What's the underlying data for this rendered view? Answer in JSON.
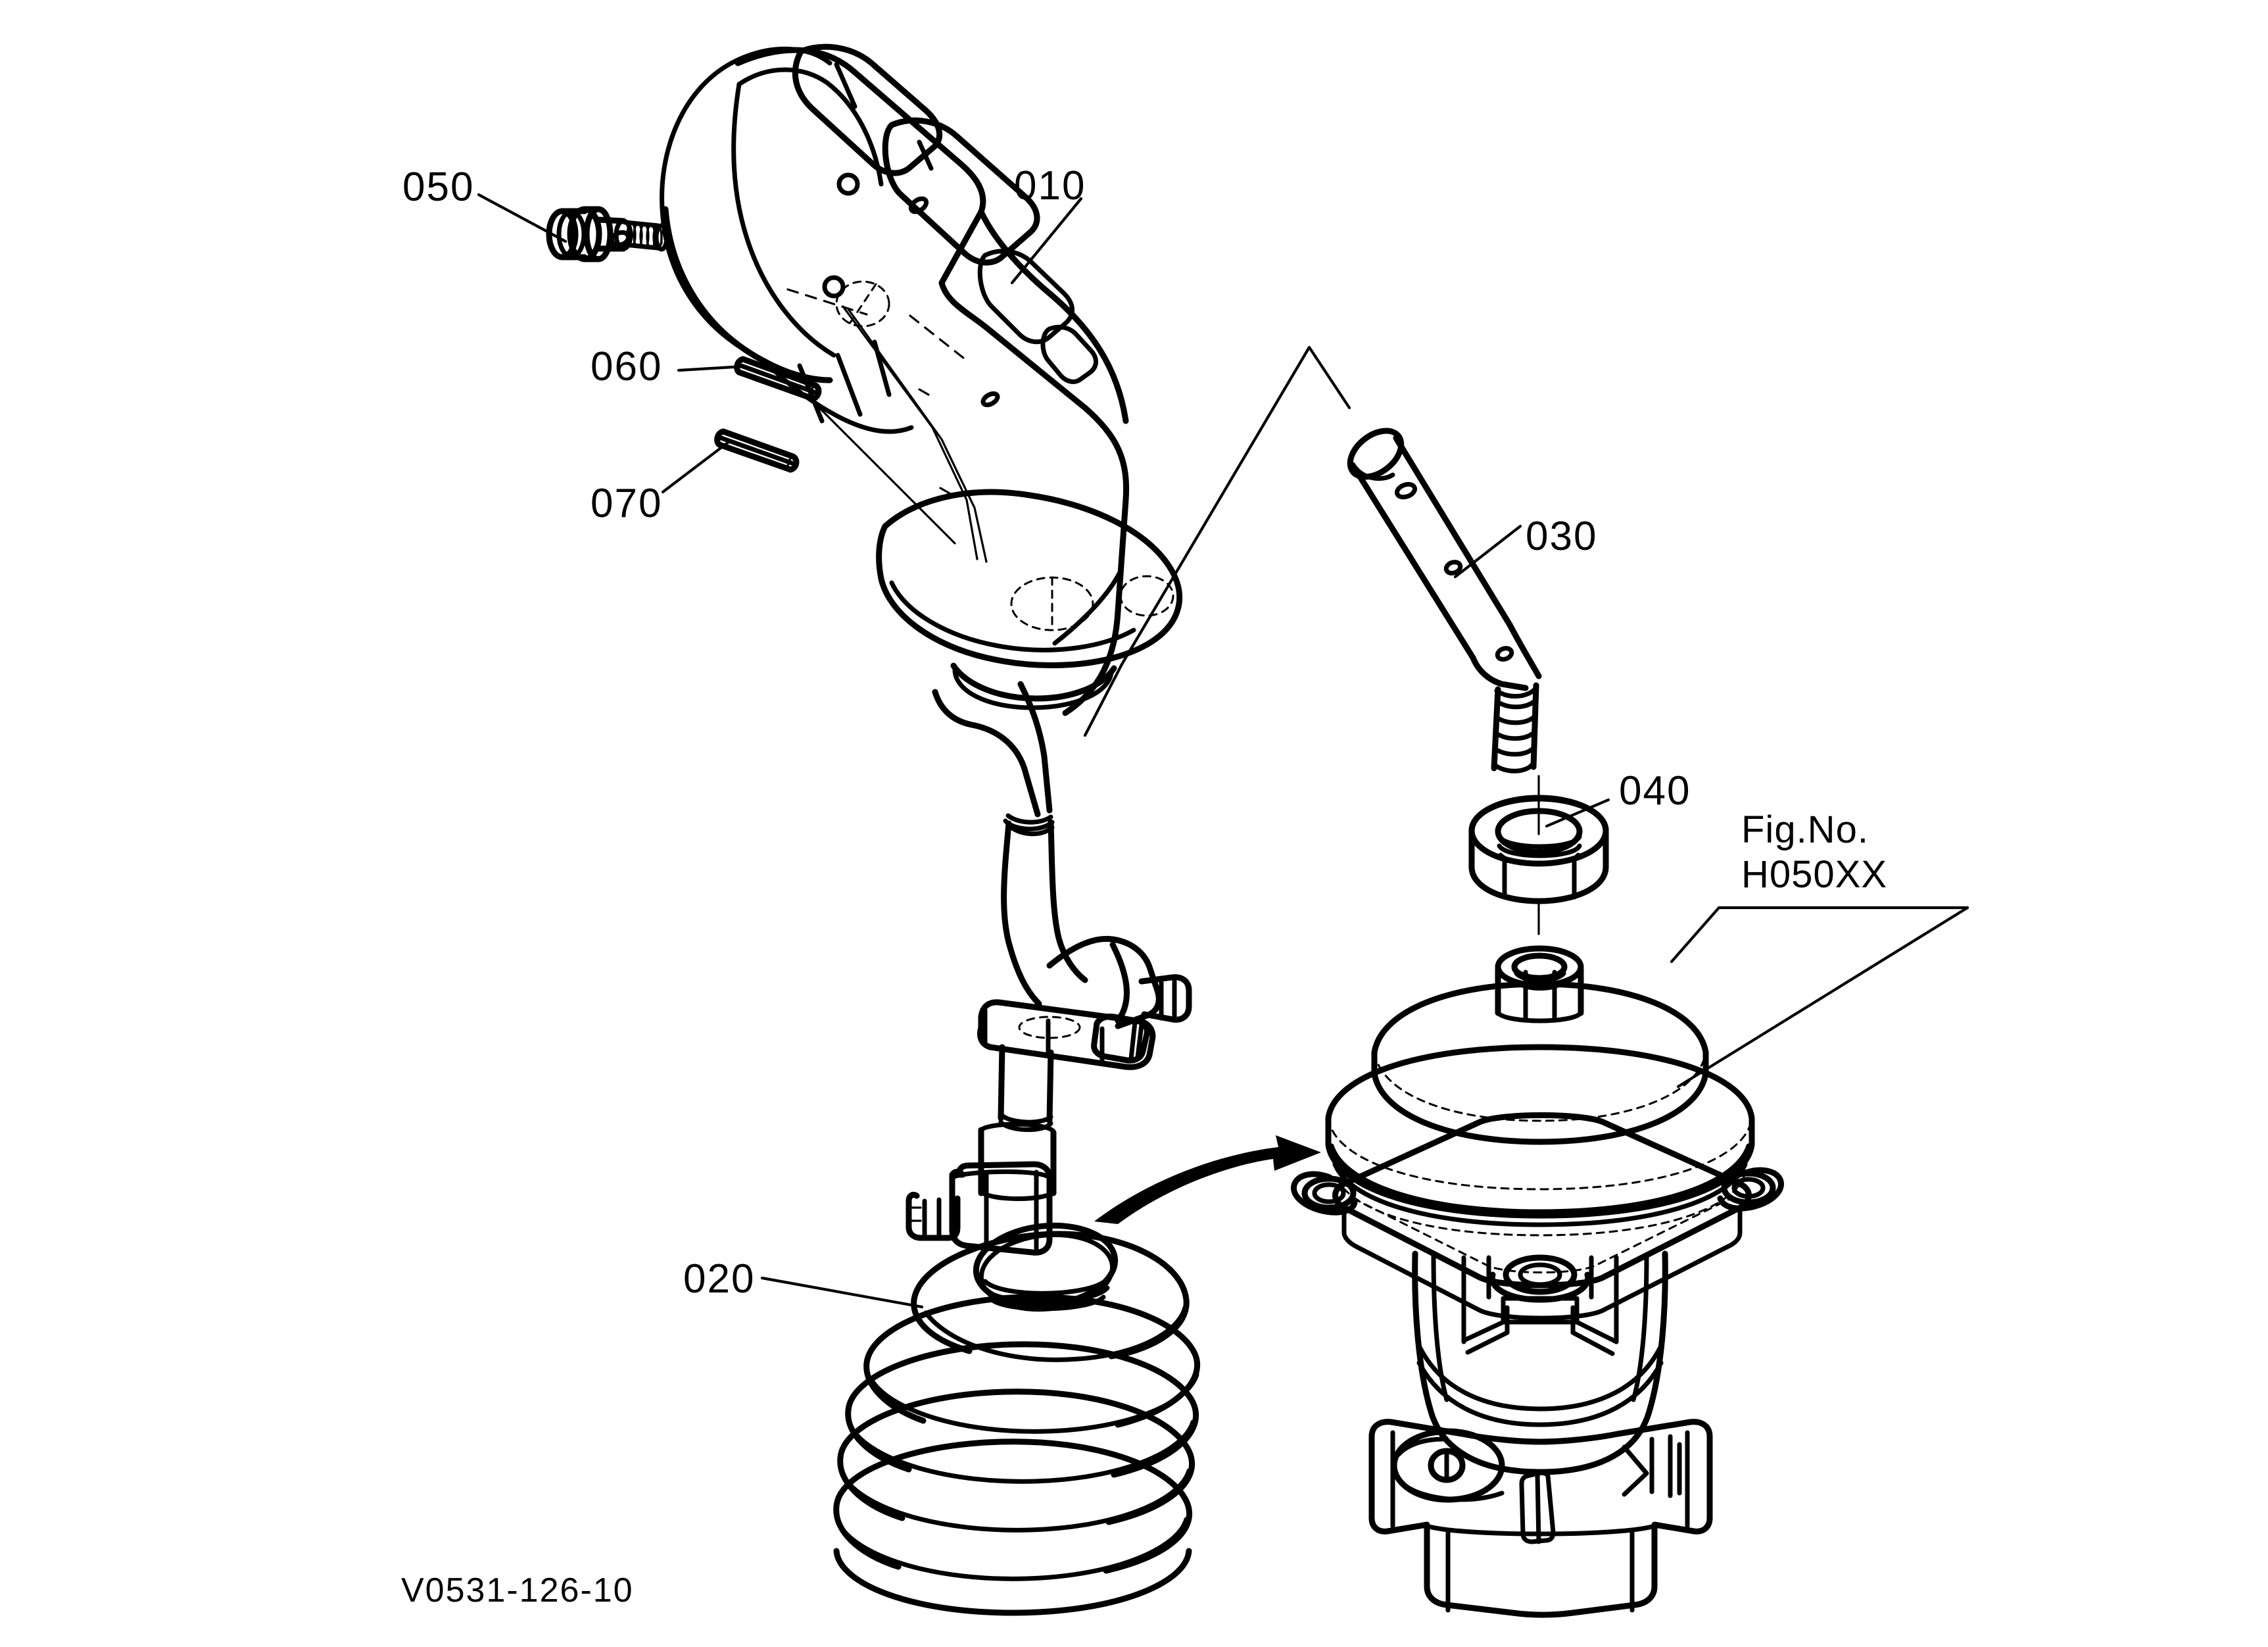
{
  "diagram": {
    "title_number": "V0531-126-10",
    "background_color": "#ffffff",
    "line_color": "#000000",
    "fig_note": {
      "line1": "Fig.No.",
      "line2": "H050XX"
    },
    "callouts": [
      {
        "id": "050",
        "label": "050",
        "part": "screw-with-washer"
      },
      {
        "id": "010",
        "label": "010",
        "part": "joystick-grip-assembly"
      },
      {
        "id": "060",
        "label": "060",
        "part": "roll-pin-upper"
      },
      {
        "id": "070",
        "label": "070",
        "part": "roll-pin-lower"
      },
      {
        "id": "030",
        "label": "030",
        "part": "control-lever-rod"
      },
      {
        "id": "040",
        "label": "040",
        "part": "hex-nut"
      },
      {
        "id": "020",
        "label": "020",
        "part": "rubber-boot"
      }
    ]
  }
}
